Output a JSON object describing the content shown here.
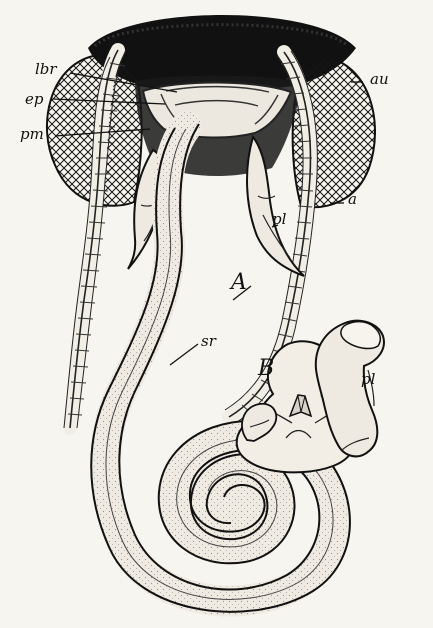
{
  "figure": {
    "labels": {
      "lbr": "lbr",
      "ep": "ep",
      "pm": "pm",
      "au": "au",
      "a": "a",
      "pl_a": "pl",
      "A": "A",
      "sr": "sr",
      "B": "B",
      "pl_b": "pl"
    }
  }
}
